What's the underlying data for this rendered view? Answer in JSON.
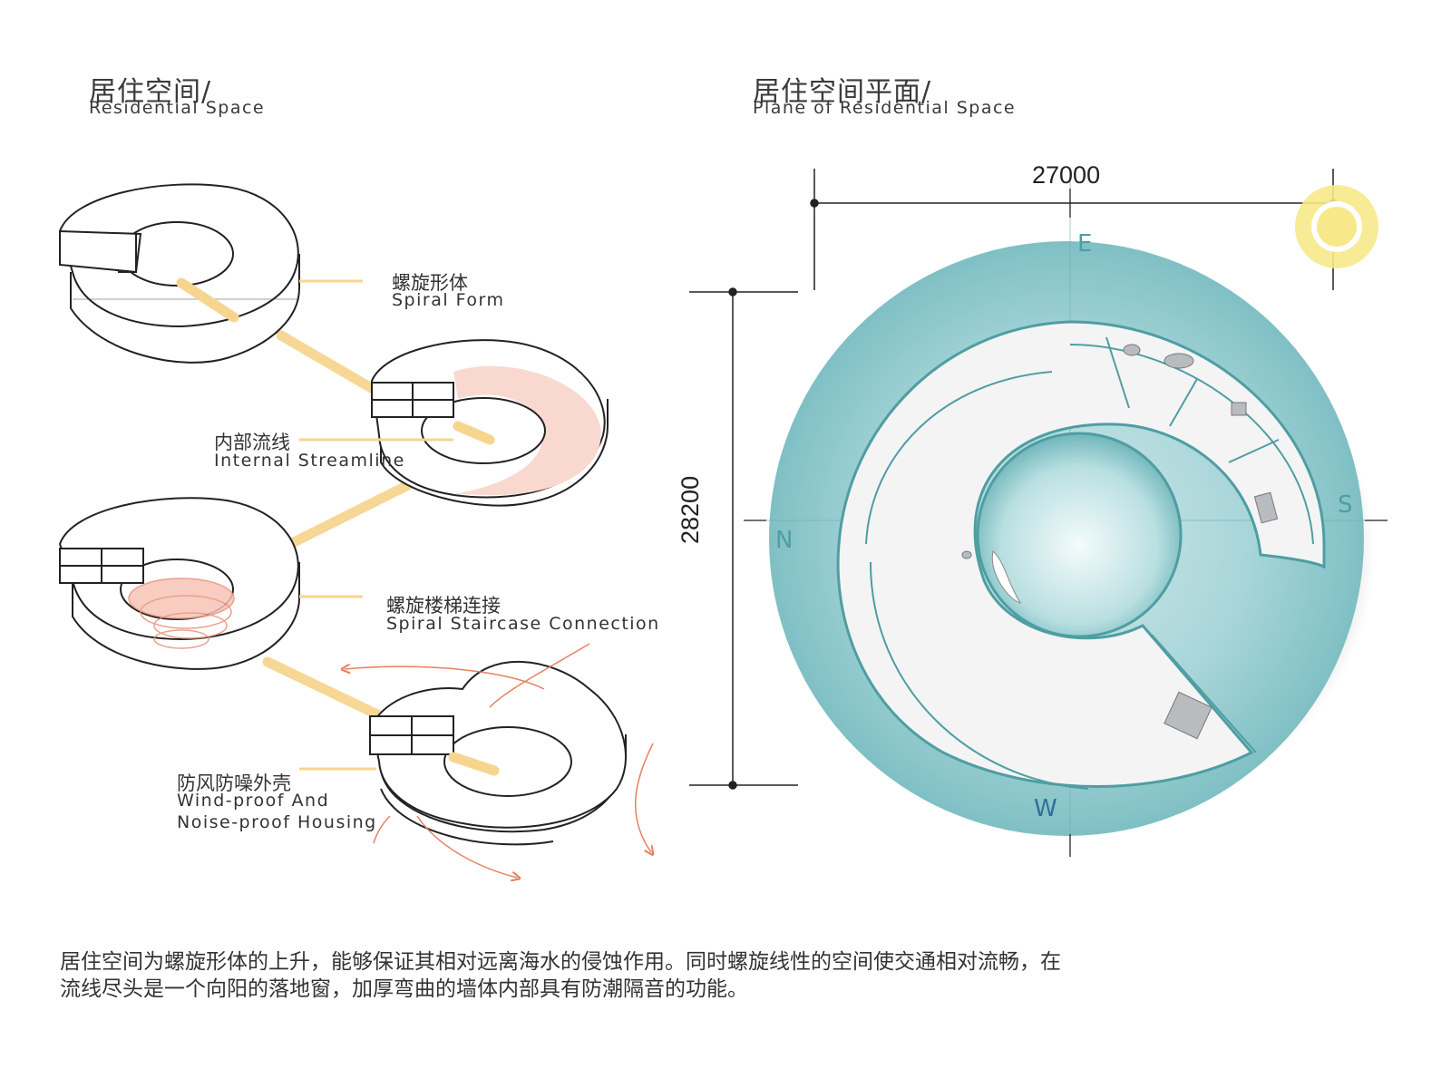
{
  "left_panel": {
    "title_cn": "居住空间/",
    "title_en": "Residential Space",
    "labels": [
      {
        "cn": "螺旋形体",
        "en": "Spiral Form"
      },
      {
        "cn": "内部流线",
        "en": "Internal Streamline"
      },
      {
        "cn": "螺旋楼梯连接",
        "en": "Spiral Staircase Connection"
      },
      {
        "cn": "防风防噪外壳",
        "en": "Wind-proof And",
        "en2": "Noise-proof Housing"
      }
    ]
  },
  "right_panel": {
    "title_cn": "居住空间平面/",
    "title_en": "Plane of Residential Space",
    "dim_width": "27000",
    "dim_height": "28200",
    "compass": {
      "e": "E",
      "s": "S",
      "w": "W",
      "n": "N"
    }
  },
  "caption": {
    "line1": "居住空间为螺旋形体的上升，能够保证其相对远离海水的侵蚀作用。同时螺旋线性的空间使交通相对流畅，在",
    "line2": "流线尽头是一个向阳的落地窗，加厚弯曲的墙体内部具有防潮隔音的功能。"
  },
  "colors": {
    "streamline": "#f6d58f",
    "pink": "#f4b8a8",
    "water": "#8ec9cc",
    "sun": "#f7e98a",
    "arrow": "#ea7f5e"
  }
}
